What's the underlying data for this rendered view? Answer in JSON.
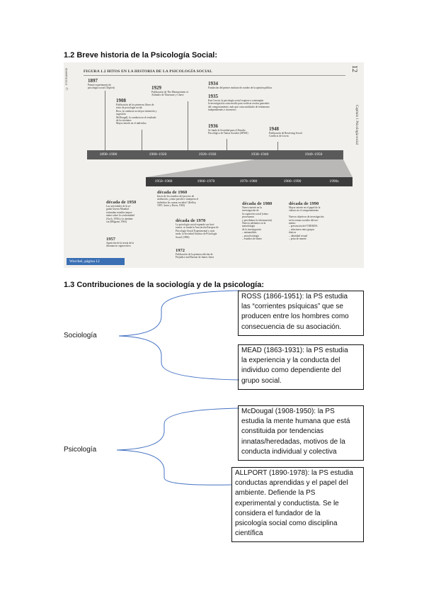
{
  "section1": {
    "heading": "1.2 Breve historia de la Psicología Social:"
  },
  "figure": {
    "side_left": "© ITESuaseda",
    "page_number": "12",
    "side_right": "Capítulo 1 Psicología social",
    "caption": "FIGURA 1.2   HITOS EN LA HISTORIA DE LA PSICOLOGÍA SOCIAL",
    "upper_events": [
      {
        "year": "1897",
        "text": "Primer experimento de\npsicología social (Triplett)"
      },
      {
        "year": "1908",
        "text": "Publicación de los primeros libros de\ntexto de psicología social:\nRoss, la conducta social por imitación y\nsugestión\nMcDougall, la conducta en el resultado\nde los instintos\nMayor interés en el individuo"
      },
      {
        "year": "1929",
        "text": "Publicación de The Measurement of\nAttitudes de Thurstone y Chave"
      },
      {
        "year": "1934",
        "text": "Fundación del primer instituto de sondeo de la opinión pública"
      },
      {
        "year": "1935",
        "text": "Kurt Lewin, la psicología social requiere a contemplar\nla investigación como medio para verificar teorías generales\ndel comportamiento, más que como mediador de fenómenos\nindependientes e inconexos"
      },
      {
        "year": "1936",
        "text": "Se funda la Sociedad para el Estudio\nPsicológico de Temas Sociales (SPSSI)"
      },
      {
        "year": "1948",
        "text": "Publicación de Resolving Social\nConflicts de Lewin"
      }
    ],
    "timeline1": [
      "1890–1900",
      "1900–1920",
      "1920–1930",
      "1930–1940",
      "1940–1950"
    ],
    "timeline2": [
      "1950–1960",
      "1960–1970",
      "1970–1980",
      "1980–1990",
      "1990s"
    ],
    "lower_events": [
      {
        "year": "década de 1950",
        "text": "Las actividades de la se-\nguida Guerra Mundial\nestimulan estudios impor-\ntantes sobre la conformidad\n(Asch, 1956) y la obedien-\ncia (Milgram, 1963)"
      },
      {
        "year": "1957",
        "text": "Aparición de la teoría de la\ndisonancia cognoscitiva"
      },
      {
        "year": "década de 1960",
        "text": "Inicio de los estudios del proceso de\natribución: ¿cómo percibe e interpreta el\nindividuo las causas sociales? (Kelley,\n1967; Jones y Davis, 1965)"
      },
      {
        "year": "década de 1970",
        "text": "La psicología social expande sus hori-\nzontes: se funda la Asociación Europea de\nPsicología Social Experimental y, más\ntarde, la Sociedad Asiática de Psicología\nSocial (1996)"
      },
      {
        "year": "1972",
        "text": "Publicación de la primera edición de\nPrejudice and Racism de James Jones"
      },
      {
        "year": "década de 1980",
        "text": "Nuevo interés en la\ninvestigación de\nla cognición social (cómo\nprocesamos\ny percibimos la información)\nNuevos adelantos en la\nmetodología\nde la investigación\n– metaanálisis\n– psicofisiología\n– estudios de diario"
      },
      {
        "year": "década de 1990",
        "text": "Mayor interés en el papel de la\ncultura en el comportamiento\n\nNuevos objetivos de investigación\nen los temas sociales del mo-\nmento:\n– prevención del VIH/SIDA\n– relaciones entre grupos\n  étnicos\n– identidad sexual\n– prisa de muerte"
      }
    ],
    "footer": "Worchel, página 12"
  },
  "section2": {
    "heading": "1.3 Contribuciones de la sociología y de la psicología:",
    "sociologia": {
      "label": "Sociología",
      "boxes": [
        [
          "ROSS (1866-1951): la PS estudia",
          "las “corrientes psíquicas” que se",
          "producen entre los hombres como",
          "consecuencia de su asociación."
        ],
        [
          "MEAD (1863-1931): la PS estudia",
          "la experiencia y la conducta del",
          "individuo como dependiente del",
          "grupo social."
        ]
      ]
    },
    "psicologia": {
      "label": "Psicología",
      "boxes": [
        [
          "McDougal (1908-1950): la PS",
          "estudia la mente humana que está",
          "constituida por tendencias",
          "innatas/heredadas, motivos de la",
          "conducta individual y colectiva"
        ],
        [
          "ALLPORT (1890-1978): la PS estudia",
          "conductas aprendidas y el papel del",
          "ambiente. Defiende la PS",
          "experimental y conductista. Se le",
          "considera el fundador de la",
          "psicología social como disciplina",
          "científica"
        ]
      ]
    }
  }
}
